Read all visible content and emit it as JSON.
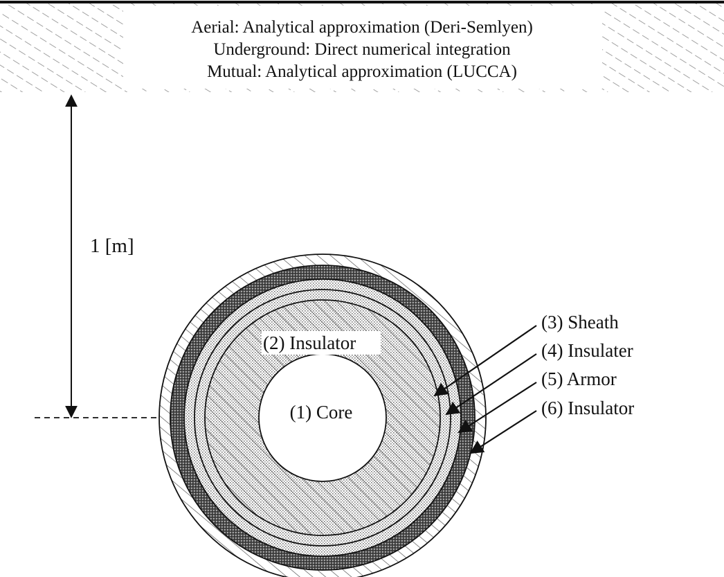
{
  "ground": {
    "lines": [
      "Aerial: Analytical approximation (Deri-Semlyen)",
      "Underground: Direct numerical integration",
      "Mutual: Analytical approximation (LUCCA)"
    ]
  },
  "depth": {
    "label": "1 [m]"
  },
  "cable": {
    "core_label": "(1) Core",
    "insulator_label": "(2) Insulator",
    "callouts": [
      "(3) Sheath",
      "(4) Insulater",
      "(5) Armor",
      "(6) Insulator"
    ]
  },
  "colors": {
    "ink": "#111111",
    "hatch": "#8a8a8a",
    "armor": "#3a3a3a",
    "sheath": "#9a9a9a"
  }
}
